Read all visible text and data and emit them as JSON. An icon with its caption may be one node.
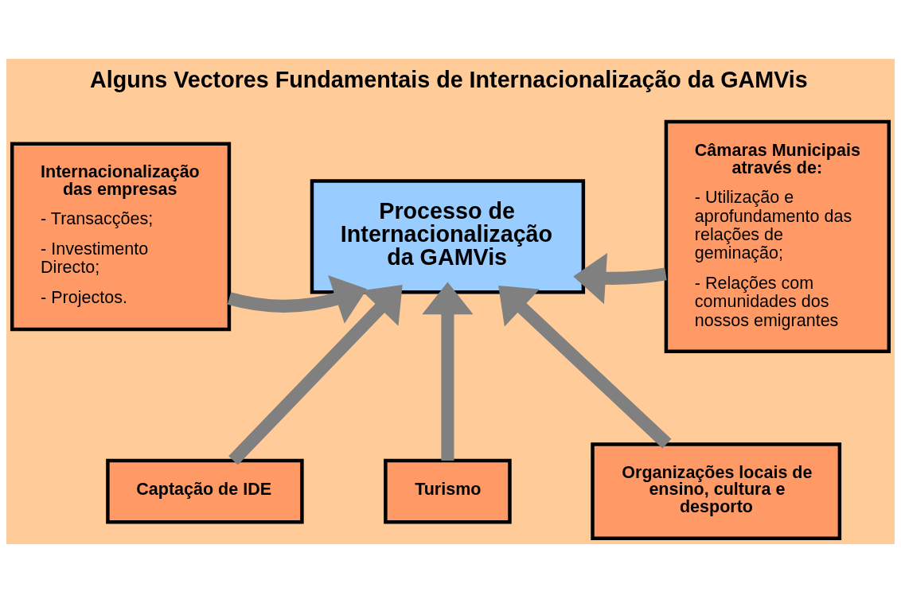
{
  "diagram": {
    "title": "Alguns Vectores Fundamentais de Internacionalização da GAMVis",
    "nodes": [
      {
        "text": [
          "Internacionalização das empresas",
          "- Transacções;",
          "- Investimento Directo;",
          "- Projectos."
        ]
      },
      {
        "text": [
          "Processo de Internacionalização da GAMVis"
        ]
      },
      {
        "text": [
          "Câmaras Municipais através de:",
          "- Utilização e aprofundamento das relações de geminação;",
          "- Relações com comunidades dos nossos emigrantes"
        ]
      },
      {
        "text": [
          "Captação de IDE"
        ]
      },
      {
        "text": [
          "Turismo"
        ]
      },
      {
        "text": [
          "Organizações locais de ensino, cultura e desporto"
        ]
      }
    ],
    "edges": [
      {
        "from": 0,
        "to": 1,
        "arrow": "to"
      },
      {
        "from": 2,
        "to": 1,
        "arrow": "to"
      },
      {
        "from": 3,
        "to": 1,
        "arrow": "to"
      },
      {
        "from": 4,
        "to": 1,
        "arrow": "to"
      },
      {
        "from": 5,
        "to": 1,
        "arrow": "to"
      }
    ]
  }
}
